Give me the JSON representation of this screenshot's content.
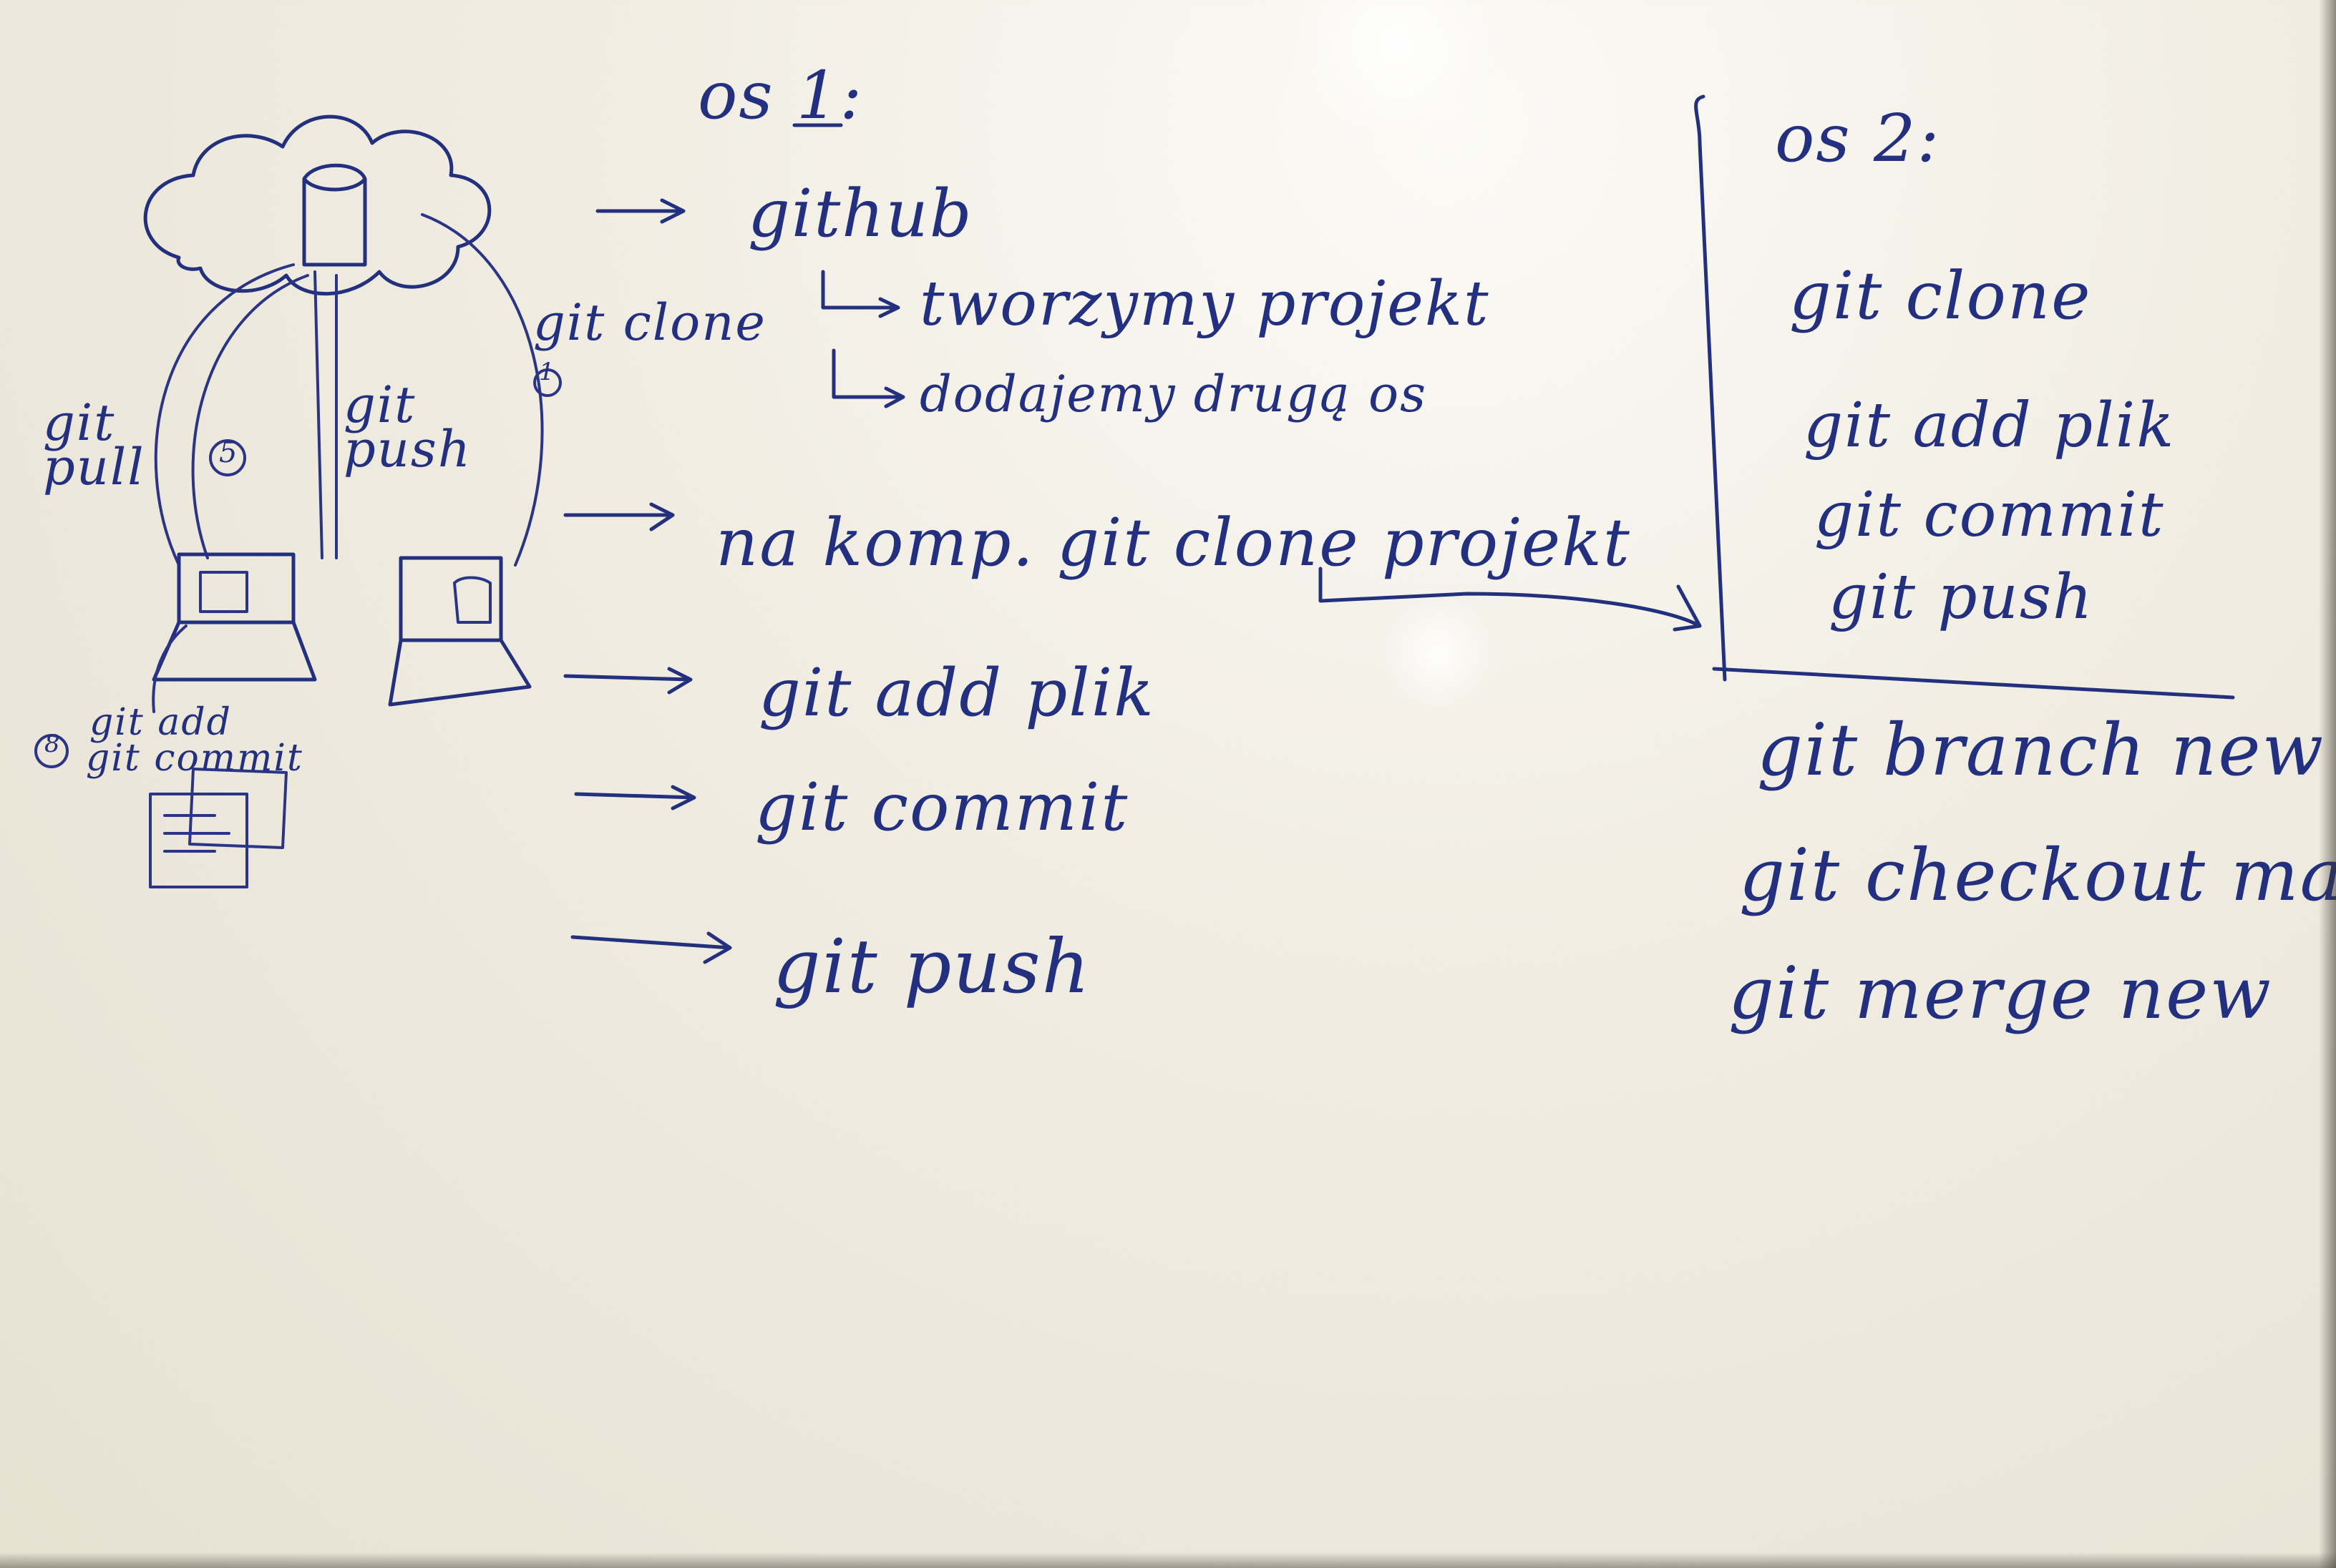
{
  "lesson1": {
    "heading": "os 1:",
    "step_github": "github",
    "sub_create": "tworzymy projekt",
    "sub_add": "dodajemy drugą os",
    "step_clone": "na komp. git clone projekt",
    "step_add": "git add plik",
    "step_commit": "git commit",
    "step_push": "git push"
  },
  "lesson2": {
    "heading": "os 2:",
    "clone": "git clone",
    "add": "git add plik",
    "commit": "git commit",
    "push": "git push"
  },
  "branching": {
    "branch": "git branch new",
    "checkout": "git checkout main",
    "merge": "git merge new"
  },
  "diagram": {
    "git_pull": "git pull",
    "git_push": "git push",
    "git_clone": "git clone",
    "git_add": "git add",
    "git_commit": "git commit",
    "step_one": "1",
    "step_five": "5",
    "step_eight": "8"
  },
  "colors": {
    "ink": "#23307e",
    "board": "#f1ede3"
  }
}
